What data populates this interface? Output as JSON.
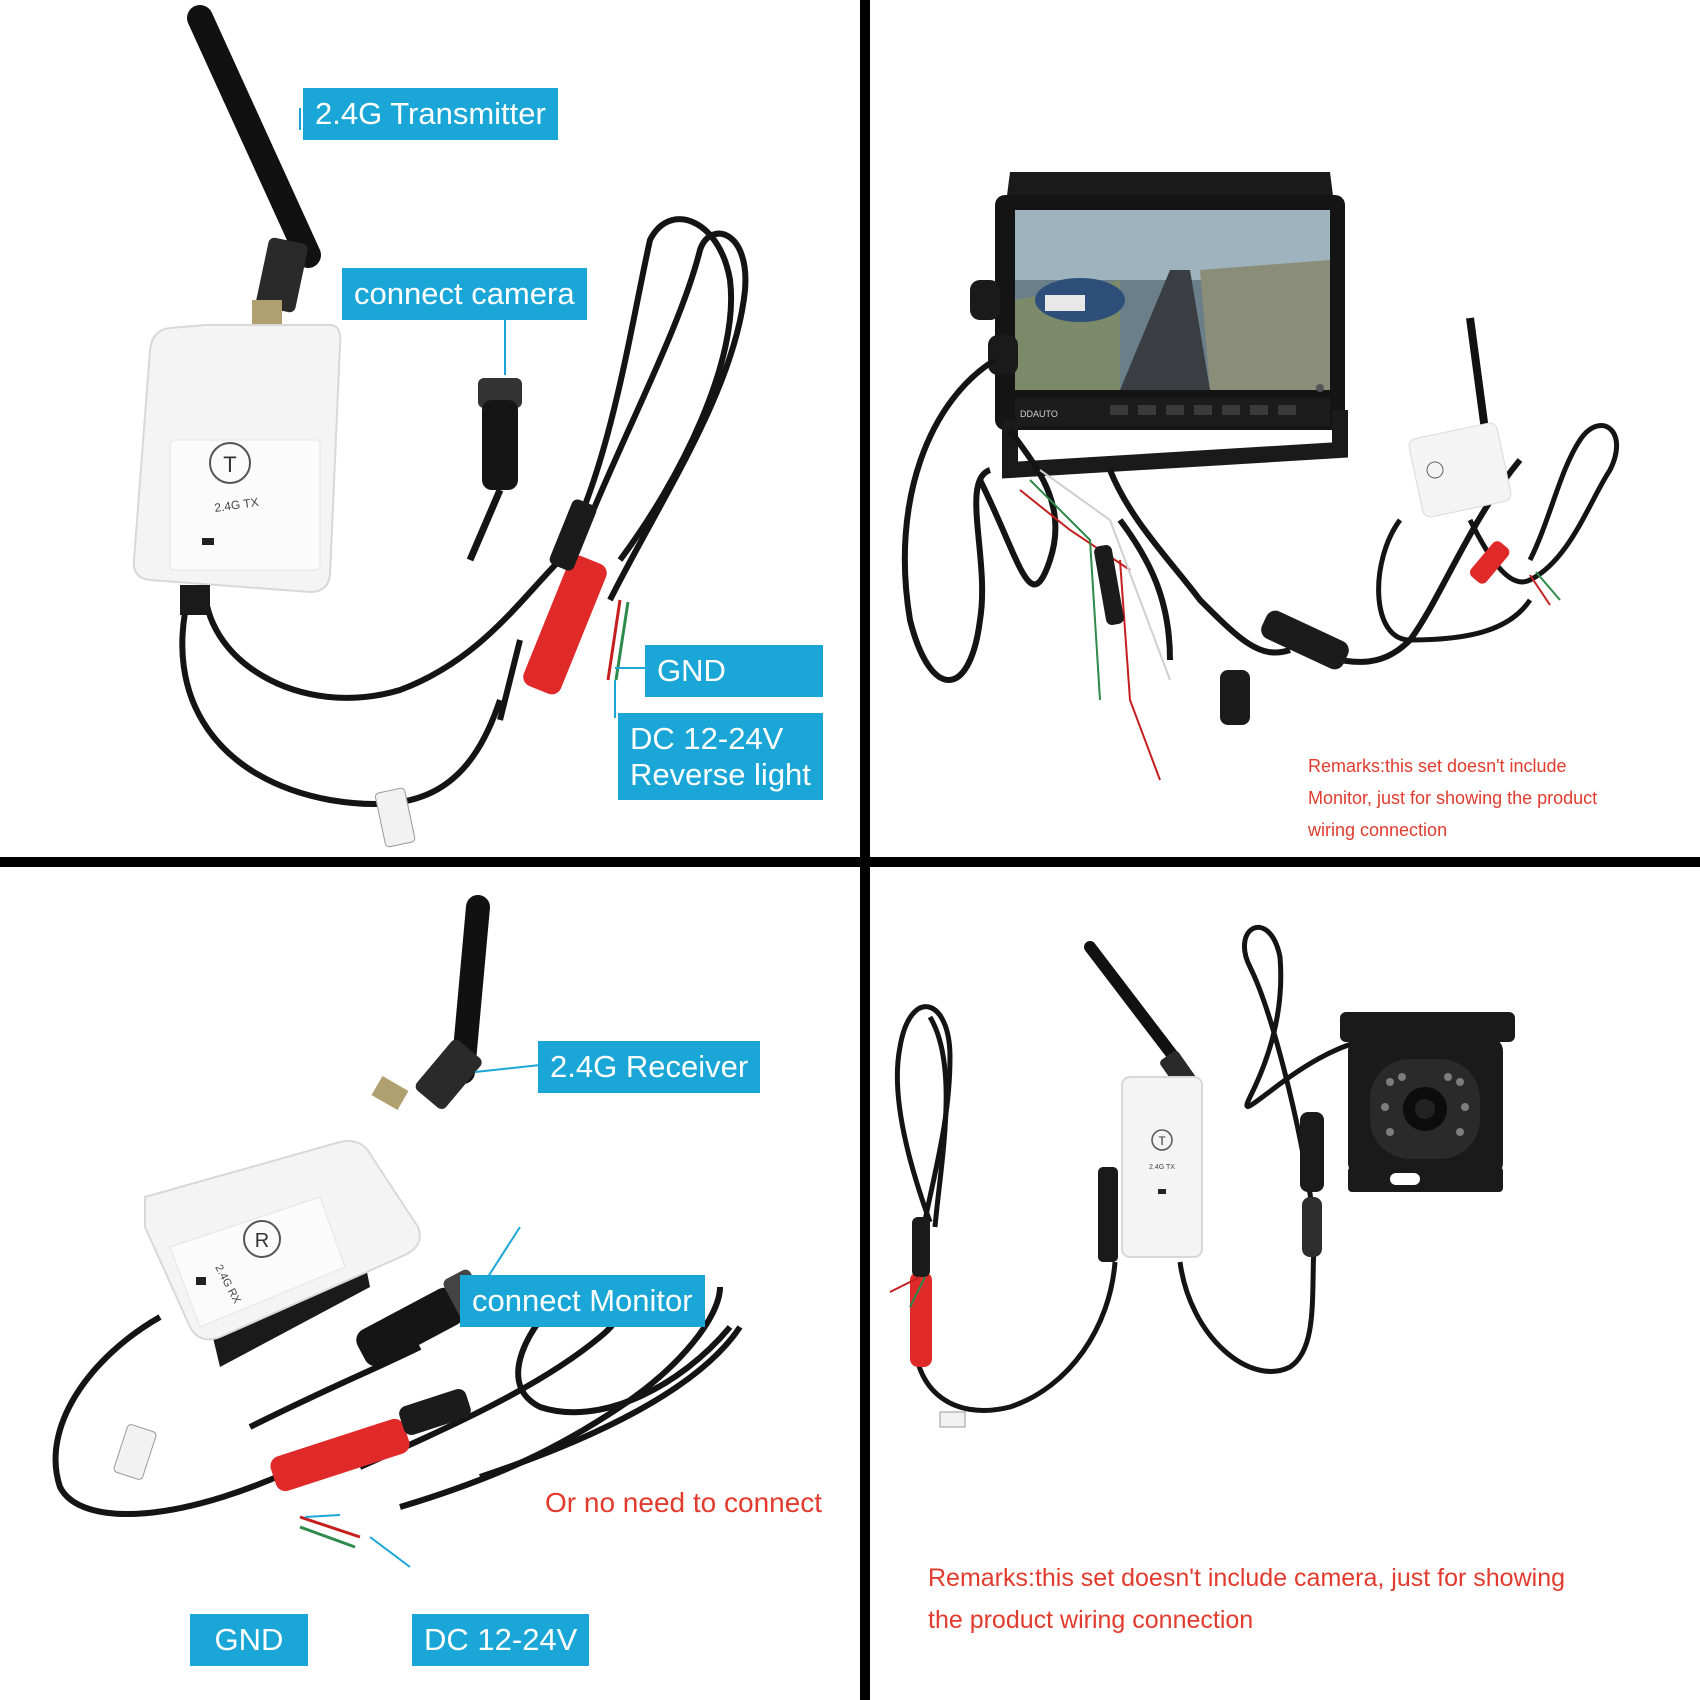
{
  "colors": {
    "label_bg": "#1aa7d8",
    "remark": "#e23b2e",
    "divider": "#000000"
  },
  "panel_tl": {
    "labels": {
      "transmitter": "2.4G Transmitter",
      "connect_camera": "connect camera",
      "gnd": "GND",
      "dc_line1": "DC 12-24V",
      "dc_line2": "Reverse light"
    },
    "device": {
      "button": "T",
      "text": "2.4G TX"
    }
  },
  "panel_tr": {
    "remark_lines": [
      "Remarks:this set doesn't include",
      "Monitor, just for showing the product",
      "wiring connection"
    ],
    "monitor_brand": "DDAUTO"
  },
  "panel_bl": {
    "labels": {
      "receiver": "2.4G Receiver",
      "connect_monitor": "connect Monitor",
      "gnd": "GND",
      "dc": "DC 12-24V"
    },
    "note": "Or no need to connect",
    "device": {
      "button": "R",
      "text": "2.4G RX"
    }
  },
  "panel_br": {
    "remark_lines": [
      "Remarks:this set doesn't include camera, just for showing",
      "the product wiring connection"
    ],
    "device": {
      "button": "T",
      "text": "2.4G TX"
    }
  }
}
